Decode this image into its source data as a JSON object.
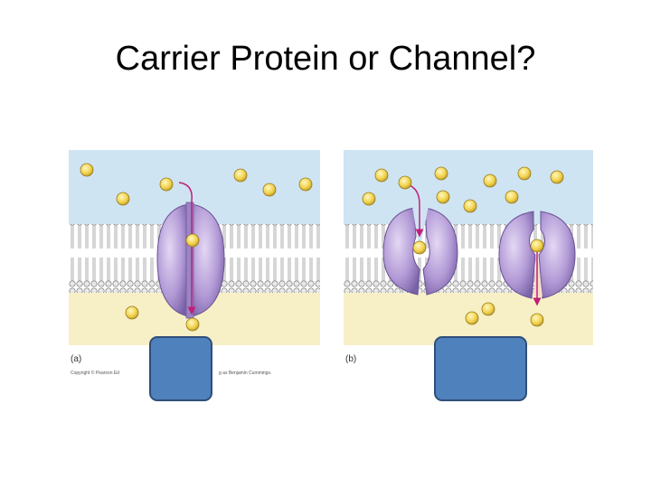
{
  "slide": {
    "title": "Carrier Protein or Channel?"
  },
  "figure": {
    "panel_a": {
      "label": "(a)"
    },
    "panel_b": {
      "label": "(b)"
    },
    "copyright_prefix": "Copyright © Pearson Ed",
    "copyright_suffix": "g as Benjamin Cummings.",
    "colors": {
      "extracellular": "#cfe4f2",
      "cytoplasm": "#f7f0c6",
      "protein": "#b29ad6",
      "solute": "#f2d34c",
      "arrow": "#c0207a",
      "answer_box": "#4f81bd"
    }
  }
}
